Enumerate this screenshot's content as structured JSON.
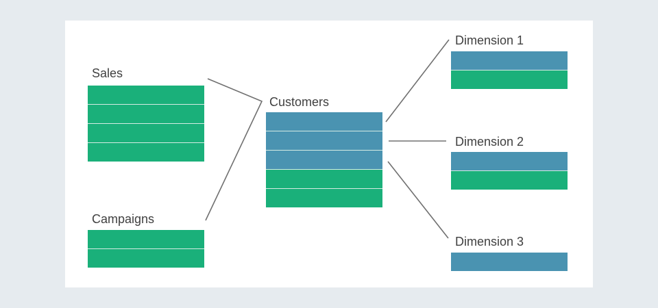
{
  "colors": {
    "page_background": "#e6ebef",
    "canvas": "#ffffff",
    "green": "#1ab07a",
    "blue": "#4a93b1",
    "line": "#707070",
    "text": "#404040"
  },
  "tables": {
    "sales": {
      "label": "Sales",
      "rows": [
        "green",
        "green",
        "green",
        "green"
      ]
    },
    "campaigns": {
      "label": "Campaigns",
      "rows": [
        "green",
        "green"
      ]
    },
    "customers": {
      "label": "Customers",
      "rows": [
        "blue",
        "blue",
        "blue",
        "green",
        "green"
      ]
    },
    "dimension1": {
      "label": "Dimension 1",
      "rows": [
        "blue",
        "green"
      ]
    },
    "dimension2": {
      "label": "Dimension 2",
      "rows": [
        "blue",
        "green"
      ]
    },
    "dimension3": {
      "label": "Dimension 3",
      "rows": [
        "blue"
      ]
    }
  }
}
